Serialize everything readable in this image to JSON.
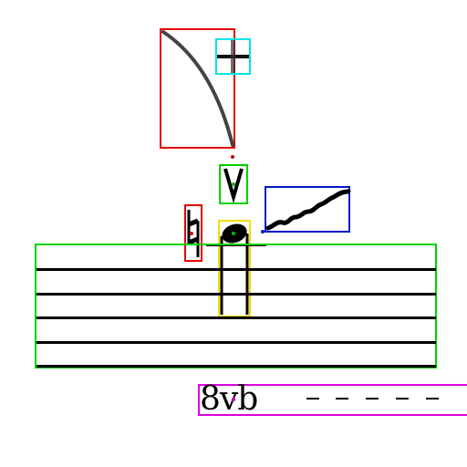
{
  "octave_marking": {
    "label": "8vb",
    "dash_count": 5
  },
  "box_colors": {
    "slur": "#e00000",
    "tenuto": "#00e5e5",
    "staccato": "#00d000",
    "accidental": "#e00000",
    "notehead_stem": "#f0e000",
    "trill": "#0018c8",
    "staff": "#00d000",
    "octave_line": "#e000e0"
  },
  "elements": [
    {
      "symbol": "slur-arc"
    },
    {
      "symbol": "tenuto-mark"
    },
    {
      "symbol": "staccato-accent"
    },
    {
      "symbol": "natural-accidental"
    },
    {
      "symbol": "notehead-with-stem"
    },
    {
      "symbol": "trill-wavy-line"
    },
    {
      "symbol": "staff-five-lines"
    },
    {
      "symbol": "octave-bassa-line"
    }
  ]
}
